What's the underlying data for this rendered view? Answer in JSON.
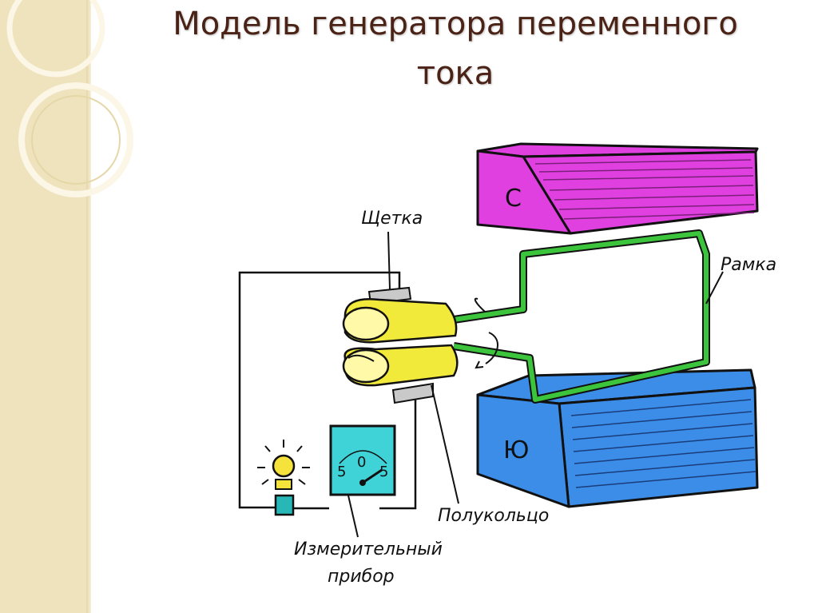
{
  "slide": {
    "title_line1": "Модель генератора переменного",
    "title_line2": "тока"
  },
  "diagram": {
    "magnet_north_label": "С",
    "magnet_south_label": "Ю",
    "brush_label": "Щетка",
    "frame_label": "Рамка",
    "half_ring_label": "Полукольцо",
    "meter_label_line1": "Измерительный",
    "meter_label_line2": "прибор",
    "meter_scale_left": "5",
    "meter_scale_center": "0",
    "meter_scale_right": "5",
    "colors": {
      "north_magnet": "#e040e0",
      "south_magnet": "#3b8de8",
      "frame_wire": "#3cc43c",
      "half_rings": "#f2ea3a",
      "meter_face": "#3fd3d8",
      "lamp": "#f5e23a",
      "title": "#4a2316",
      "sidebar": "#efe3bd"
    }
  }
}
